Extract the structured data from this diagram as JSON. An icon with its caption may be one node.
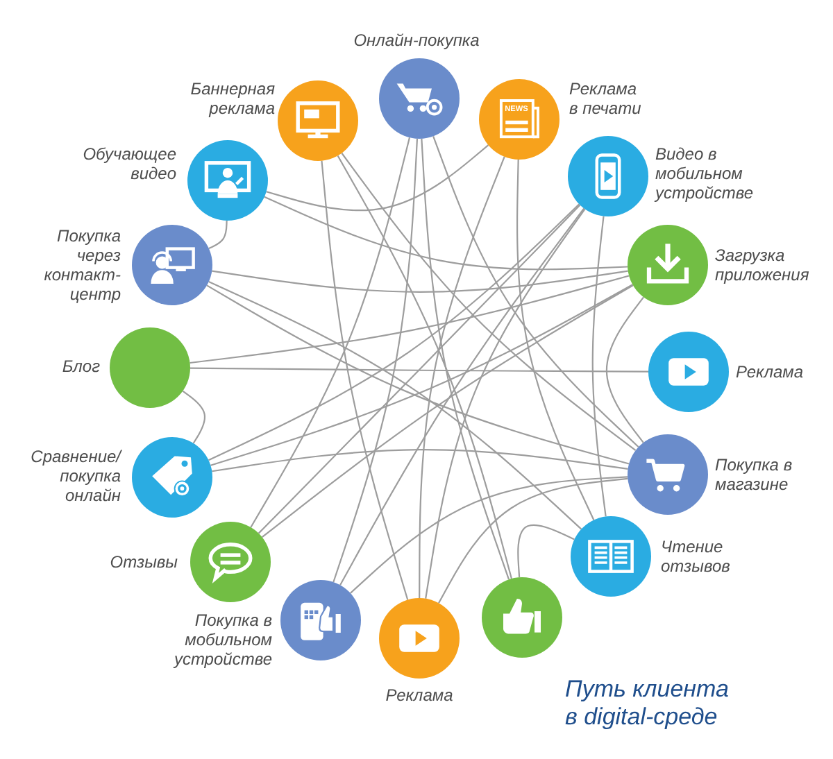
{
  "diagram": {
    "title": "Путь клиента в digital-среде",
    "nodes": [
      {
        "text": [
          "Онлайн-покупка"
        ]
      },
      {
        "text": [
          "Баннерная реклама"
        ]
      },
      {
        "text": [
          "Реклама в печати"
        ]
      },
      {
        "text": [
          "Обучающее видео"
        ]
      },
      {
        "text": [
          "Видео в мобильном устройстве"
        ]
      },
      {
        "text": [
          "Покупка через контакт-центр"
        ]
      },
      {
        "text": [
          "Загрузка приложения"
        ]
      },
      {
        "text": [
          "Блог"
        ]
      },
      {
        "text": [
          "Реклама"
        ]
      },
      {
        "text": [
          "Сравнение/ покупка онлайн"
        ]
      },
      {
        "text": [
          "Покупка в магазине"
        ]
      },
      {
        "text": [
          "Отзывы"
        ]
      },
      {
        "text": [
          "Чтение отзывов"
        ]
      },
      {
        "text": [
          "Покупка в мобильном устройстве"
        ]
      },
      {
        "text": [
          "Реклама"
        ]
      },
      {
        "text": [],
        "shape": "circle"
      }
    ],
    "edges": [
      {
        "from": 0,
        "to": 10,
        "arrow": "none"
      },
      {
        "from": 0,
        "to": 13,
        "arrow": "none"
      },
      {
        "from": 0,
        "to": 15,
        "arrow": "none"
      },
      {
        "from": 0,
        "to": 11,
        "arrow": "none"
      },
      {
        "from": 1,
        "to": 14,
        "arrow": "none"
      },
      {
        "from": 1,
        "to": 15,
        "arrow": "none"
      },
      {
        "from": 1,
        "to": 10,
        "arrow": "none"
      },
      {
        "from": 2,
        "to": 3,
        "arrow": "none"
      },
      {
        "from": 2,
        "to": 14,
        "arrow": "none"
      },
      {
        "from": 2,
        "to": 12,
        "arrow": "none"
      },
      {
        "from": 3,
        "to": 5,
        "arrow": "none"
      },
      {
        "from": 3,
        "to": 6,
        "arrow": "none"
      },
      {
        "from": 4,
        "to": 11,
        "arrow": "none"
      },
      {
        "from": 4,
        "to": 9,
        "arrow": "none"
      },
      {
        "from": 4,
        "to": 13,
        "arrow": "none"
      },
      {
        "from": 4,
        "to": 14,
        "arrow": "none"
      },
      {
        "from": 5,
        "to": 10,
        "arrow": "none"
      },
      {
        "from": 5,
        "to": 6,
        "arrow": "none"
      },
      {
        "from": 5,
        "to": 12,
        "arrow": "none"
      },
      {
        "from": 7,
        "to": 6,
        "arrow": "none"
      },
      {
        "from": 7,
        "to": 8,
        "arrow": "none"
      },
      {
        "from": 7,
        "to": 9,
        "arrow": "none"
      },
      {
        "from": 9,
        "to": 6,
        "arrow": "none"
      },
      {
        "from": 9,
        "to": 10,
        "arrow": "none"
      },
      {
        "from": 11,
        "to": 6,
        "arrow": "none"
      },
      {
        "from": 13,
        "to": 10,
        "arrow": "none"
      },
      {
        "from": 14,
        "to": 10,
        "arrow": "none"
      },
      {
        "from": 15,
        "to": 12,
        "arrow": "none"
      },
      {
        "from": 6,
        "to": 10,
        "arrow": "none"
      },
      {
        "from": 12,
        "to": 4,
        "arrow": "none"
      }
    ],
    "labels": [
      "NEWS"
    ]
  }
}
